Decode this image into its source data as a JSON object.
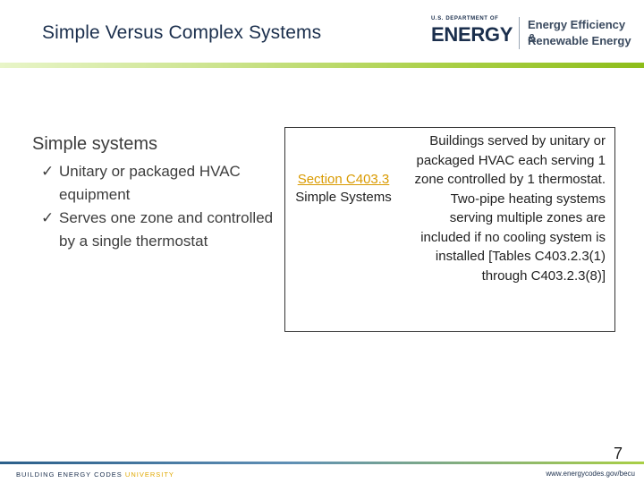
{
  "header": {
    "title": "Simple Versus Complex Systems",
    "logo": {
      "dept": "U.S. DEPARTMENT OF",
      "name": "ENERGY",
      "office_line1": "Energy Efficiency &",
      "office_line2": "Renewable Energy"
    }
  },
  "left": {
    "heading": "Simple systems",
    "bullet_icon": "checkmark-icon",
    "bullets": [
      "Unitary or packaged HVAC equipment",
      "Serves one zone and controlled by a single thermostat"
    ]
  },
  "definition": {
    "term_link": "Section C403.3",
    "term_rest": "Simple Systems",
    "body": "Buildings served by unitary or packaged HVAC each serving 1 zone controlled by 1 thermostat. Two-pipe heating systems serving multiple zones are included if no cooling system is installed [Tables C403.2.3(1) through C403.2.3(8)]"
  },
  "footer": {
    "page_number": "7",
    "left_main": "BUILDING ENERGY CODES",
    "left_accent": "UNIVERSITY",
    "right": "www.energycodes.gov/becu"
  },
  "colors": {
    "title": "#1b2f4d",
    "link": "#d99a00",
    "green": "#a9cf45"
  }
}
